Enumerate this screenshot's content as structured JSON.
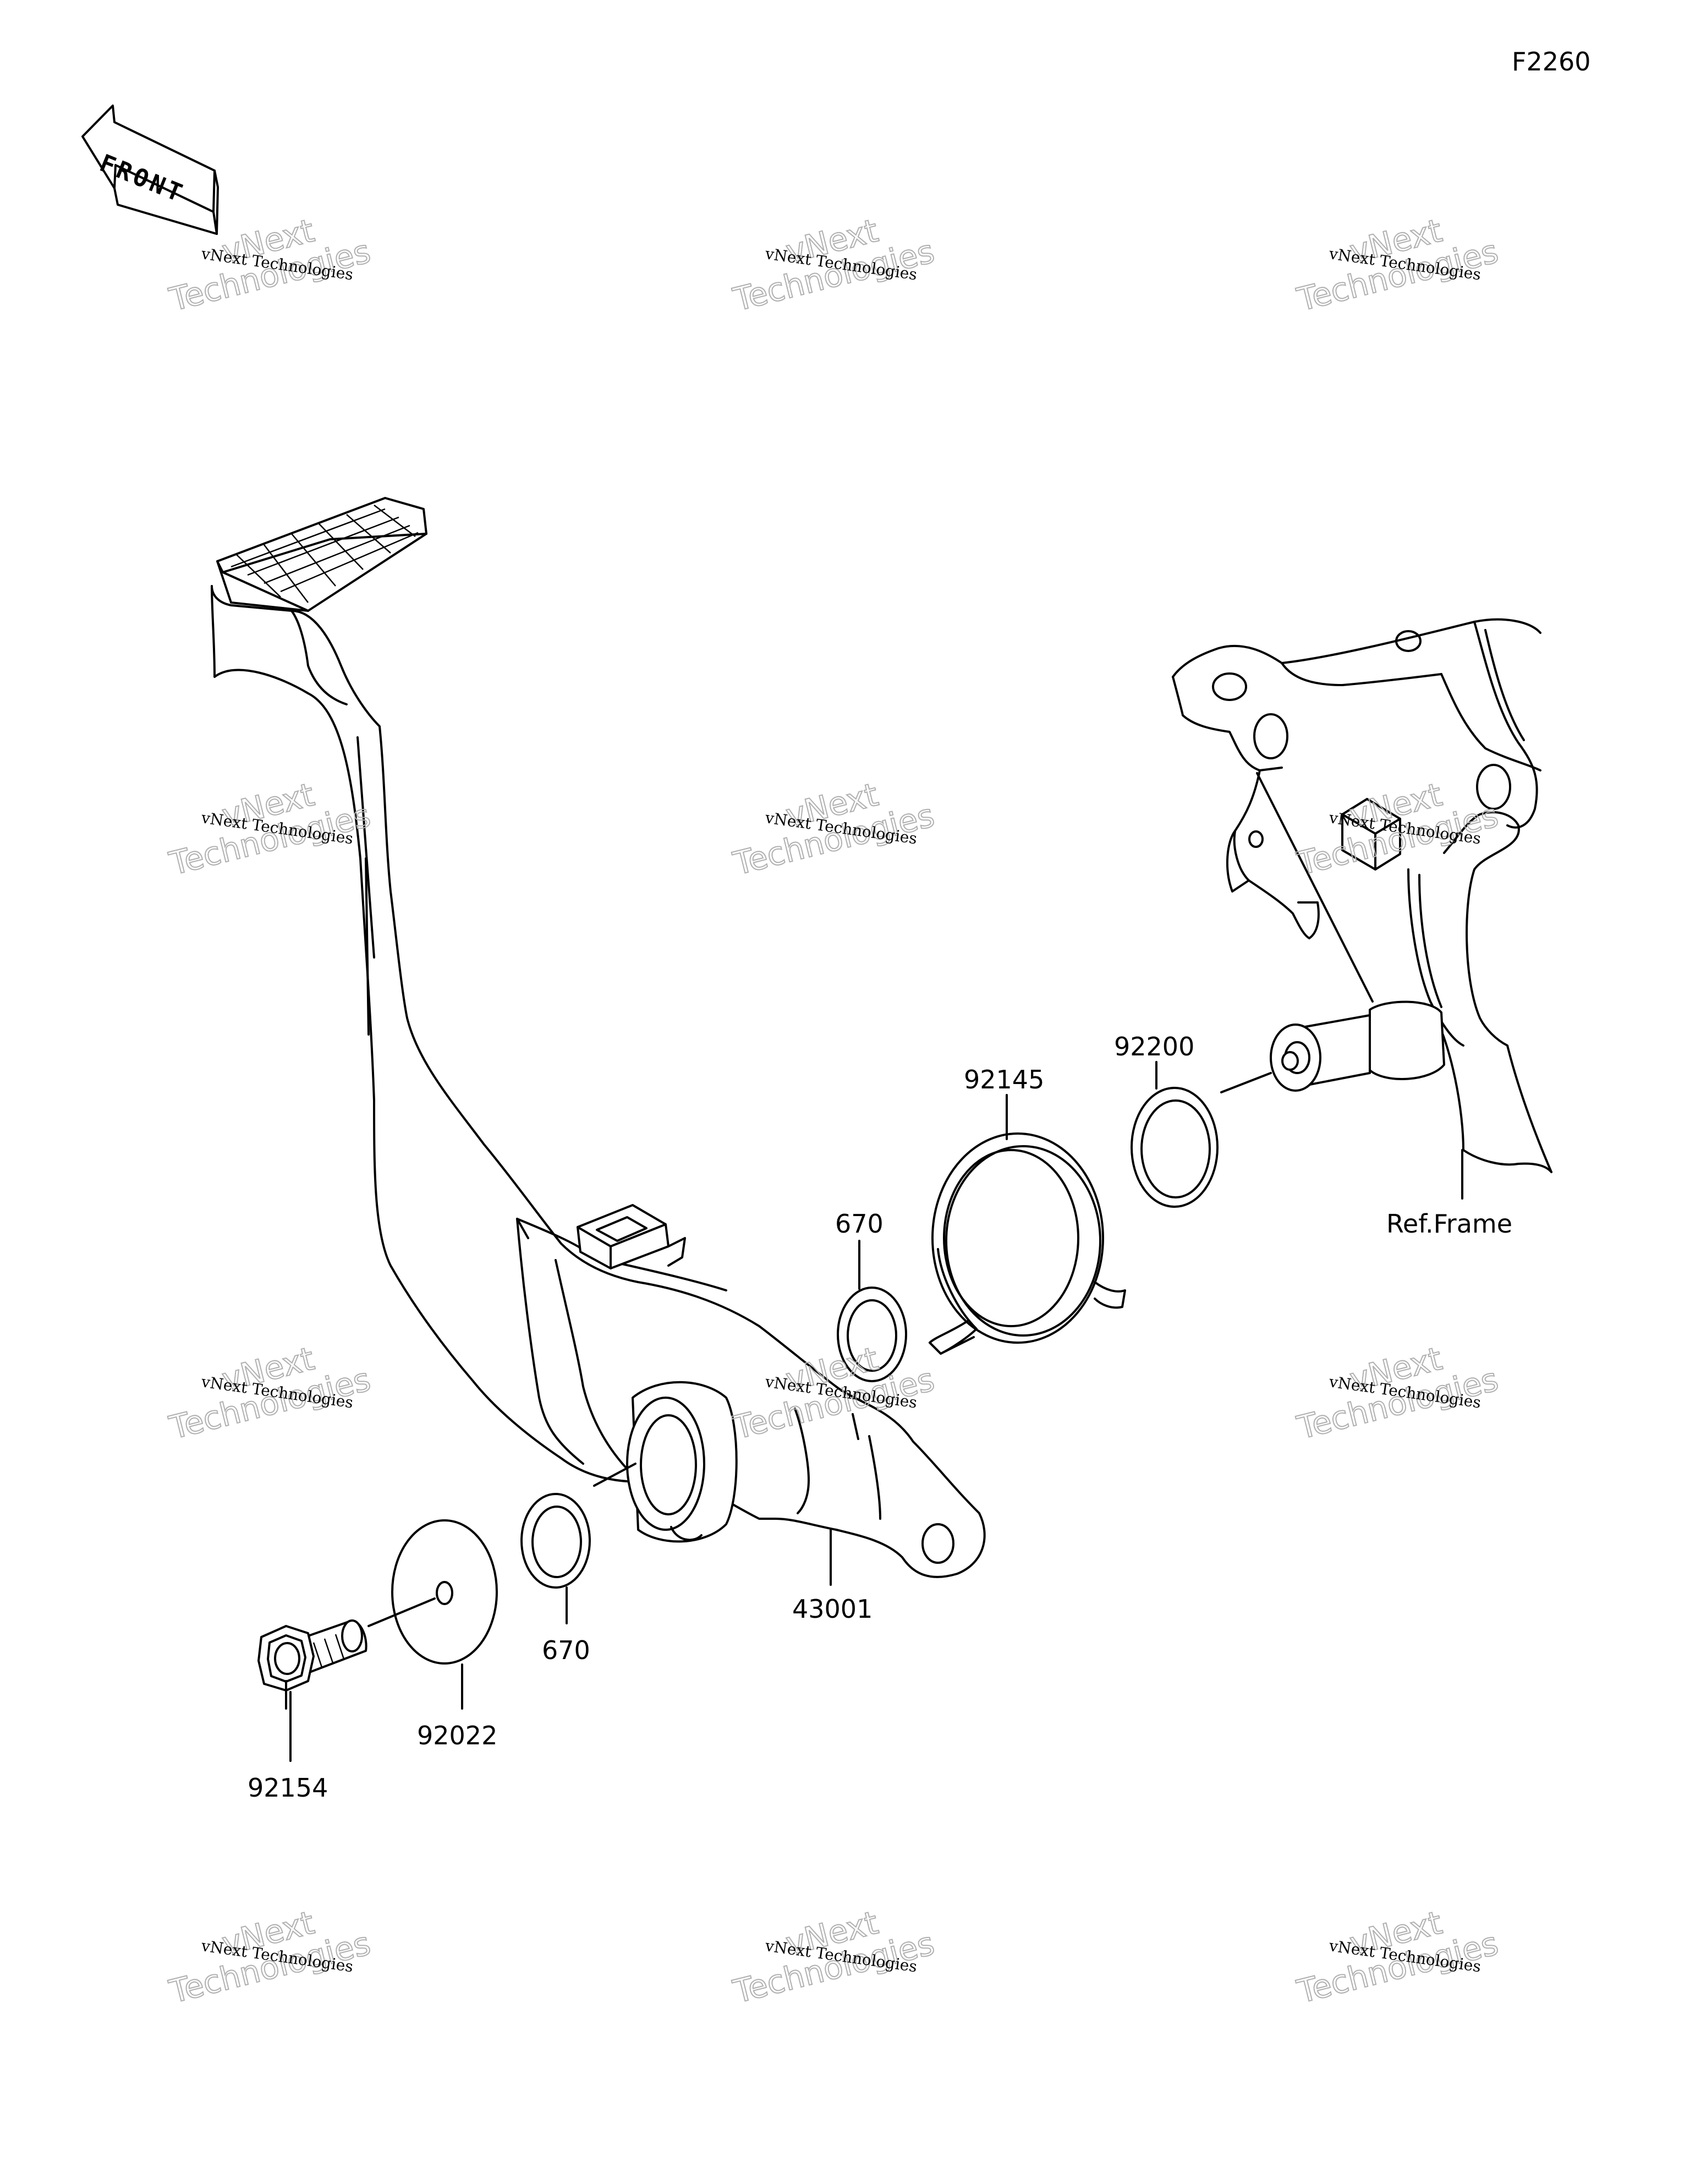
{
  "figure_code": "F2260",
  "front_arrow": {
    "text": "FRONT",
    "icon": "front-direction-arrow-icon"
  },
  "parts": [
    {
      "number": "43001"
    },
    {
      "number": "670",
      "position": "upper"
    },
    {
      "number": "670",
      "position": "lower"
    },
    {
      "number": "92145"
    },
    {
      "number": "92200"
    },
    {
      "number": "92022"
    },
    {
      "number": "92154"
    }
  ],
  "reference": {
    "label": "Ref.Frame"
  },
  "watermark": {
    "company": "vNext Technologies",
    "word1": "vNext",
    "word2": "Technologies"
  }
}
